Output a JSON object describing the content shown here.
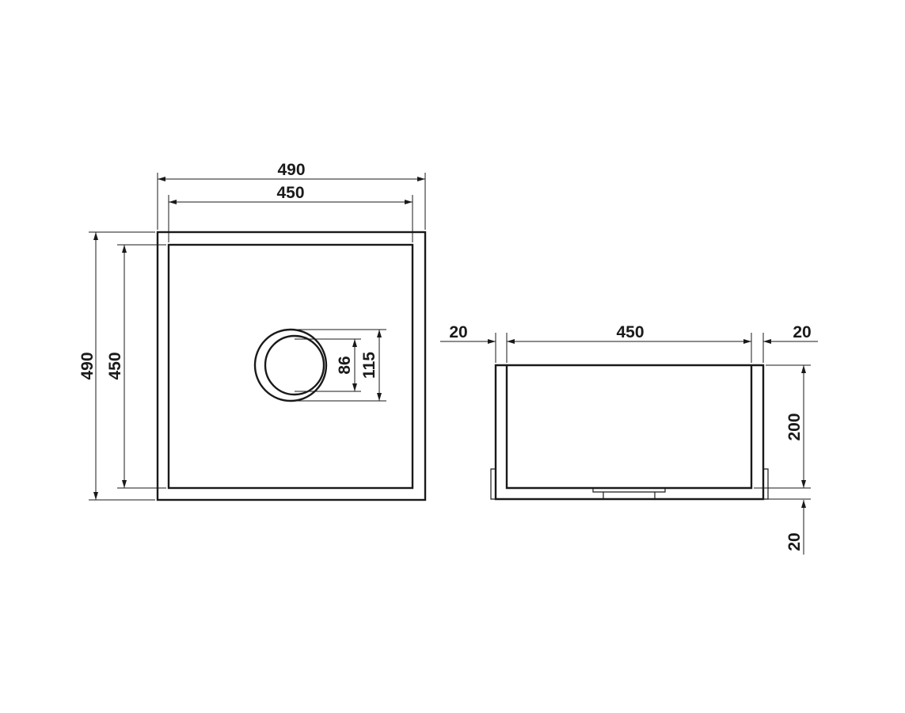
{
  "top_view": {
    "outer_width": "490",
    "inner_width": "450",
    "outer_height": "490",
    "inner_height": "450",
    "drain_inner": "86",
    "drain_outer": "115"
  },
  "side_view": {
    "wall_left": "20",
    "inner_width": "450",
    "wall_right": "20",
    "depth": "200",
    "bottom": "20"
  }
}
